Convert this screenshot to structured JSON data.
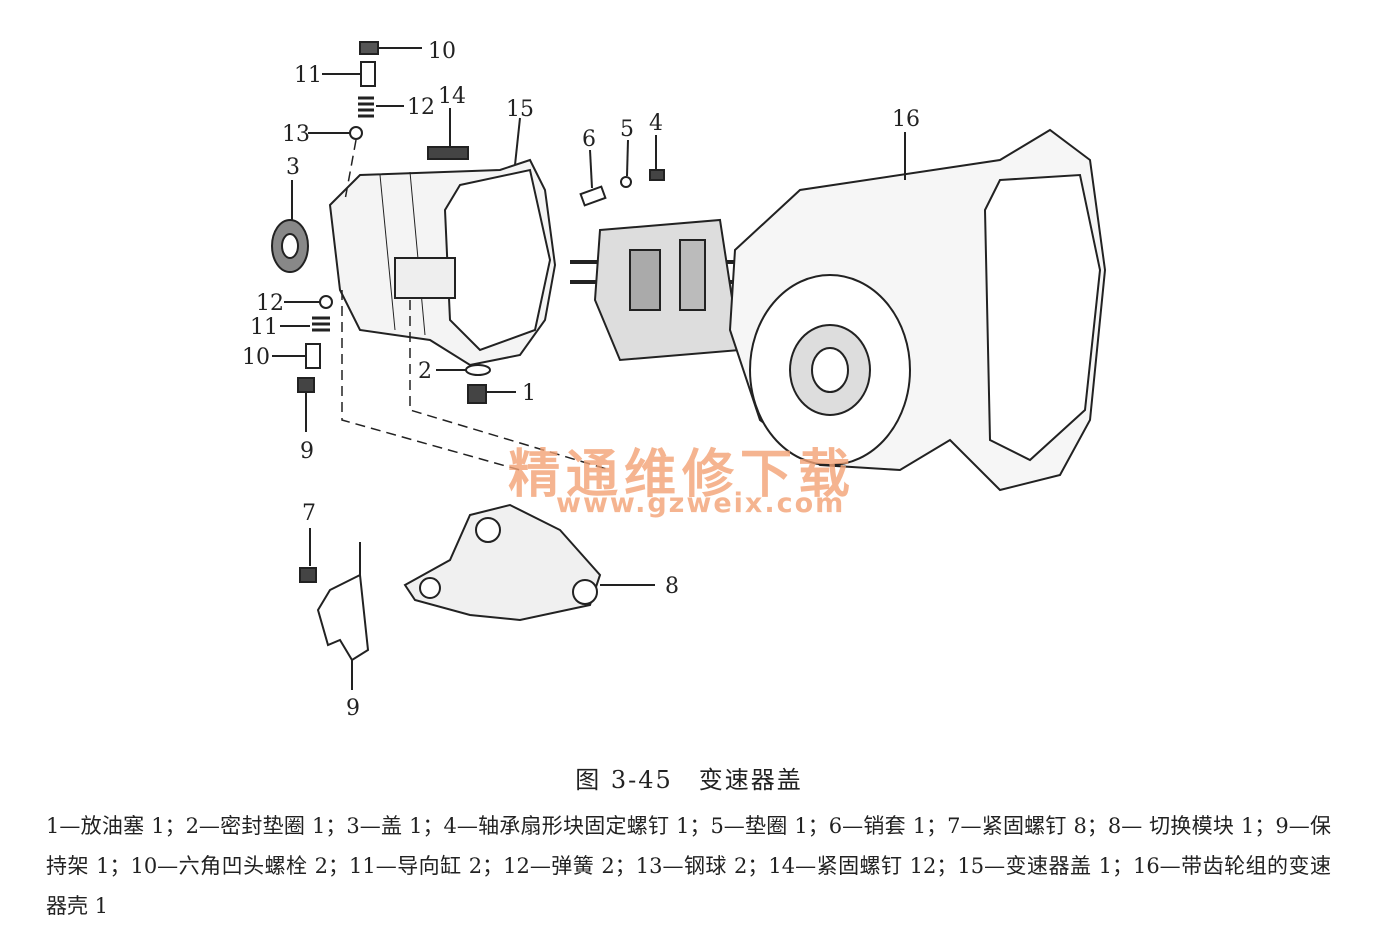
{
  "callouts": [
    {
      "id": "c10a",
      "text": "10"
    },
    {
      "id": "c11a",
      "text": "11"
    },
    {
      "id": "c12a",
      "text": "12"
    },
    {
      "id": "c13",
      "text": "13"
    },
    {
      "id": "c14",
      "text": "14"
    },
    {
      "id": "c15",
      "text": "15"
    },
    {
      "id": "c3",
      "text": "3"
    },
    {
      "id": "c6",
      "text": "6"
    },
    {
      "id": "c5",
      "text": "5"
    },
    {
      "id": "c4",
      "text": "4"
    },
    {
      "id": "c16",
      "text": "16"
    },
    {
      "id": "c12b",
      "text": "12"
    },
    {
      "id": "c11b",
      "text": "11"
    },
    {
      "id": "c10b",
      "text": "10"
    },
    {
      "id": "c2",
      "text": "2"
    },
    {
      "id": "c1",
      "text": "1"
    },
    {
      "id": "c9a",
      "text": "9"
    },
    {
      "id": "c7",
      "text": "7"
    },
    {
      "id": "c8",
      "text": "8"
    },
    {
      "id": "c9b",
      "text": "9"
    }
  ],
  "watermark": {
    "text": "精通维修下载",
    "url": "www.gzweix.com"
  },
  "caption": {
    "title": "图 3-45　变速器盖",
    "legend": "1—放油塞 1；2—密封垫圈 1；3—盖 1；4—轴承扇形块固定螺钉 1；5—垫圈 1；6—销套 1；7—紧固螺钉 8；8— 切换模块 1；9—保持架 1；10—六角凹头螺栓 2；11—导向缸 2；12—弹簧 2；13—钢球 2；14—紧固螺钉 12；15—变速器盖 1；16—带齿轮组的变速器壳 1"
  }
}
